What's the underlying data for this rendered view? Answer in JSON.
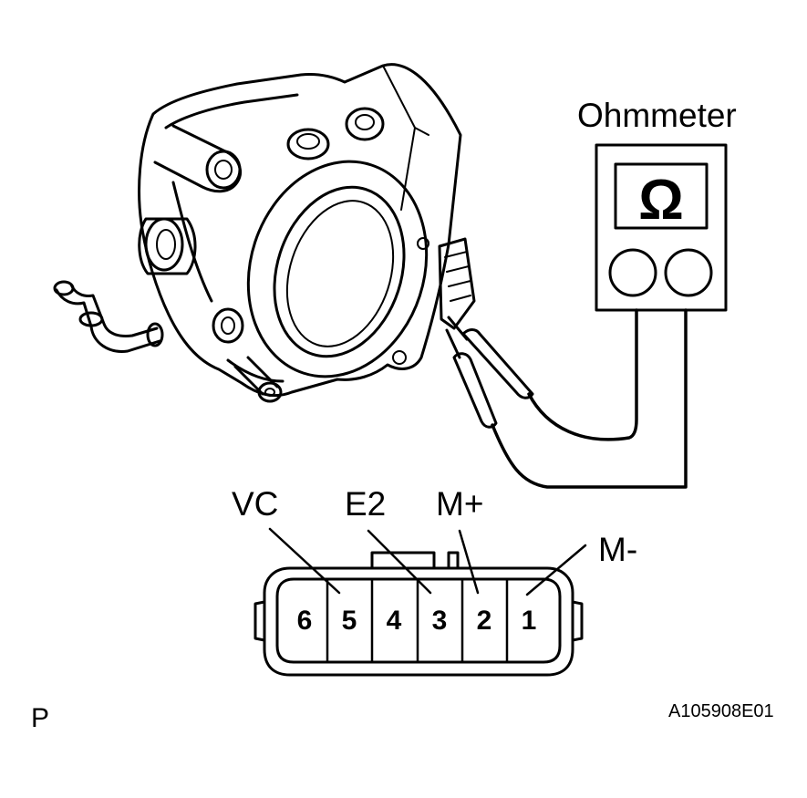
{
  "meter": {
    "title": "Ohmmeter",
    "symbol": "Ω"
  },
  "connector": {
    "pins": [
      "6",
      "5",
      "4",
      "3",
      "2",
      "1"
    ],
    "labels": {
      "vc": "VC",
      "e2": "E2",
      "m_plus": "M+",
      "m_minus": "M-"
    }
  },
  "footer": {
    "corner_letter": "P",
    "figure_code": "A105908E01"
  }
}
